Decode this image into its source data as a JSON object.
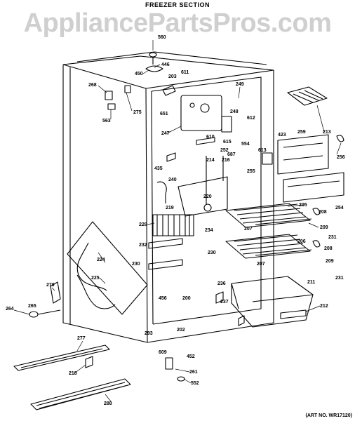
{
  "header": {
    "title": "FREEZER SECTION",
    "watermark": "AppliancePartsPros.com"
  },
  "footer": {
    "art_no": "(ART NO. WR17120)"
  },
  "parts": {
    "p560": "560",
    "p446": "446",
    "p450": "450",
    "p203": "203",
    "p611": "611",
    "p268": "268",
    "p275": "275",
    "p563": "563",
    "p651": "651",
    "p249": "249",
    "p248": "248",
    "p612": "612",
    "p247": "247",
    "p610": "610",
    "p615": "615",
    "p687": "687",
    "p554": "554",
    "p613": "613",
    "p423": "423",
    "p259": "259",
    "p213": "213",
    "p256": "256",
    "p252": "252",
    "p435": "435",
    "p214": "214",
    "p216": "216",
    "p255": "255",
    "p240": "240",
    "p220": "220",
    "p219": "219",
    "p205": "205",
    "p254": "254",
    "p208a": "208",
    "p228": "228",
    "p234": "234",
    "p207a": "207",
    "p209a": "209",
    "p231a": "231",
    "p232": "232",
    "p206": "206",
    "p230a": "230",
    "p208b": "208",
    "p224": "224",
    "p230b": "230",
    "p207b": "207",
    "p209b": "209",
    "p225": "225",
    "p231b": "231",
    "p279": "279",
    "p236": "236",
    "p211": "211",
    "p456": "456",
    "p200": "200",
    "p264": "264",
    "p265": "265",
    "p212": "212",
    "p237": "237",
    "p293": "293",
    "p202": "202",
    "p277": "277",
    "p609": "609",
    "p452": "452",
    "p218": "218",
    "p261": "261",
    "p552": "552",
    "p288": "288"
  }
}
